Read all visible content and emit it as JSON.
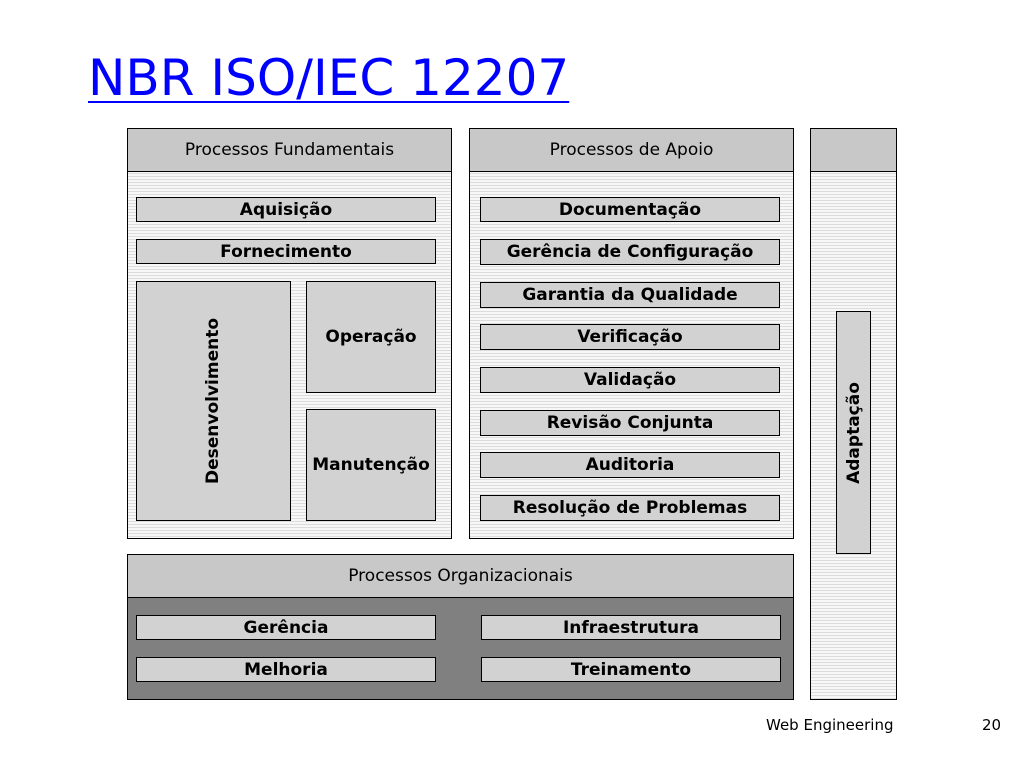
{
  "title": "NBR ISO/IEC 12207",
  "fundamentais": {
    "header": "Processos Fundamentais",
    "aquisicao": "Aquisição",
    "fornecimento": "Fornecimento",
    "desenvolvimento": "Desenvolvimento",
    "operacao": "Operação",
    "manutencao": "Manutenção"
  },
  "apoio": {
    "header": "Processos de Apoio",
    "items": [
      "Documentação",
      "Gerência de Configuração",
      "Garantia da Qualidade",
      "Verificação",
      "Validação",
      "Revisão Conjunta",
      "Auditoria",
      "Resolução de Problemas"
    ]
  },
  "adaptacao": {
    "label": "Adaptação"
  },
  "organizacionais": {
    "header": "Processos Organizacionais",
    "gerencia": "Gerência",
    "infraestrutura": "Infraestrutura",
    "melhoria": "Melhoria",
    "treinamento": "Treinamento"
  },
  "footer": {
    "label": "Web Engineering",
    "page": "20"
  },
  "colors": {
    "title": "#0000ff",
    "header_fill": "#c8c8c8",
    "box_fill": "#d2d2d2",
    "org_fill": "#808080"
  }
}
